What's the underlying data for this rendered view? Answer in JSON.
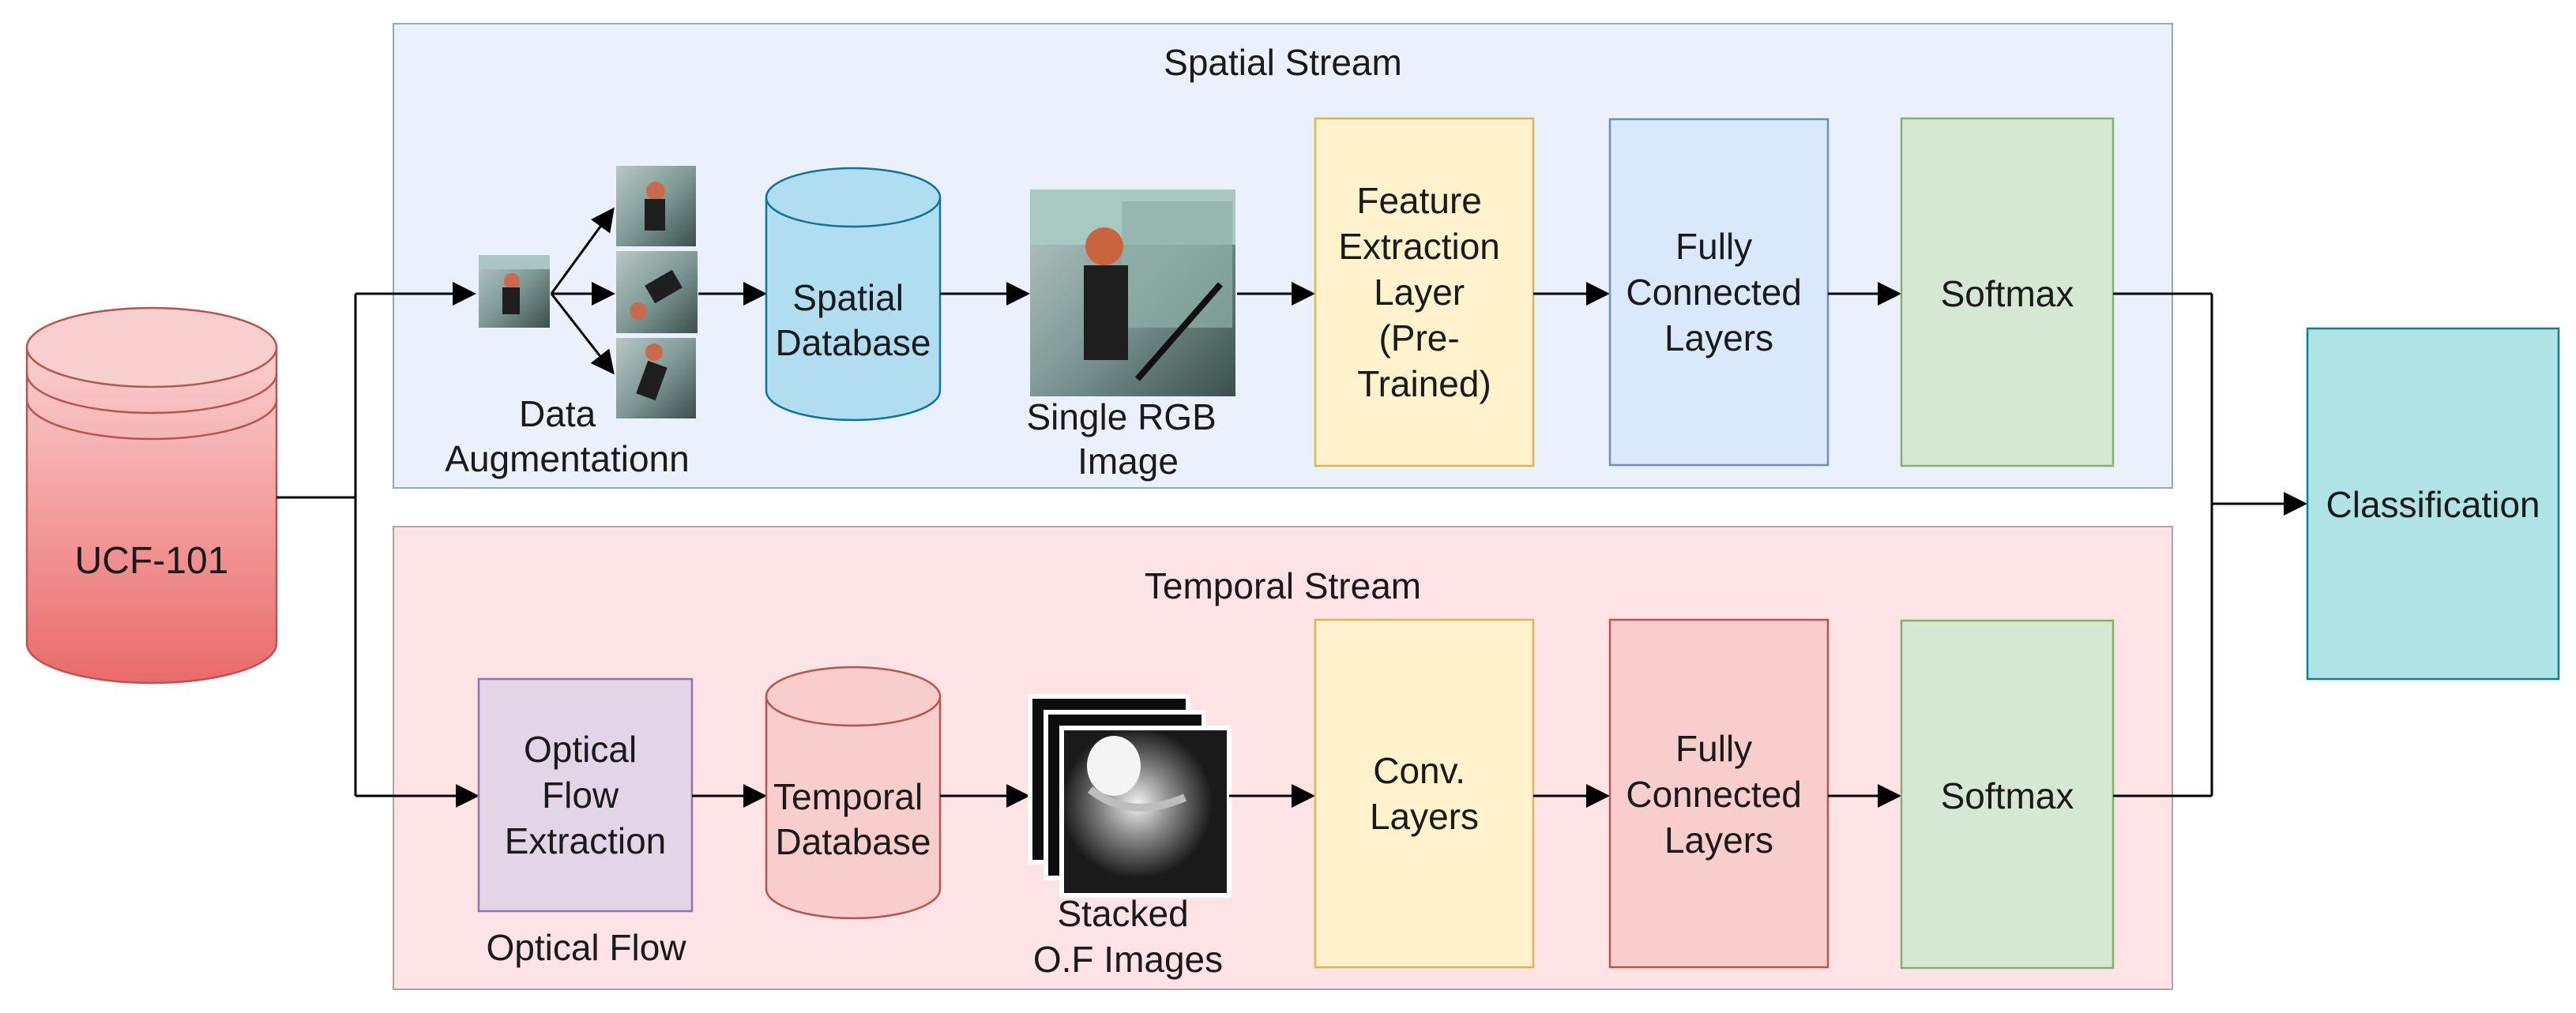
{
  "source": {
    "label": "UCF-101"
  },
  "output": {
    "label": "Classification"
  },
  "spatial": {
    "title": "Spatial Stream",
    "augmentation": [
      "Data",
      "Augmentationn"
    ],
    "database": [
      "Spatial",
      "Database"
    ],
    "image_caption": [
      "Single RGB",
      "Image"
    ],
    "feature": [
      "Feature",
      "Extraction",
      "Layer",
      "(Pre-",
      "Trained)"
    ],
    "fc": [
      "Fully",
      "Connected",
      "Layers"
    ],
    "softmax": "Softmax"
  },
  "temporal": {
    "title": "Temporal Stream",
    "of_extraction": [
      "Optical",
      "Flow",
      "Extraction"
    ],
    "of_caption": "Optical Flow",
    "database": [
      "Temporal",
      "Database"
    ],
    "stack_caption": [
      "Stacked",
      "O.F Images"
    ],
    "conv": [
      "Conv.",
      "Layers"
    ],
    "fc": [
      "Fully",
      "Connected",
      "Layers"
    ],
    "softmax": "Softmax"
  },
  "colors": {
    "spatial_bg": "#eaf1fc",
    "temporal_bg": "#fde3e6",
    "feature_fill": "#fff2cc",
    "feature_stroke": "#d6b656",
    "fc_spatial_fill": "#dae8fc",
    "fc_spatial_stroke": "#6c8ebf",
    "fc_temporal_fill": "#f8cecc",
    "fc_temporal_stroke": "#b85450",
    "softmax_fill": "#d5e8d4",
    "softmax_stroke": "#82b366",
    "of_fill": "#e1d5e7",
    "of_stroke": "#9673a6",
    "classification_fill": "#b0e3e6",
    "classification_stroke": "#0e8088",
    "ucf_fill": "#f08080",
    "spatial_db_fill": "#b1ddf0",
    "temporal_db_fill": "#f8cecc"
  }
}
